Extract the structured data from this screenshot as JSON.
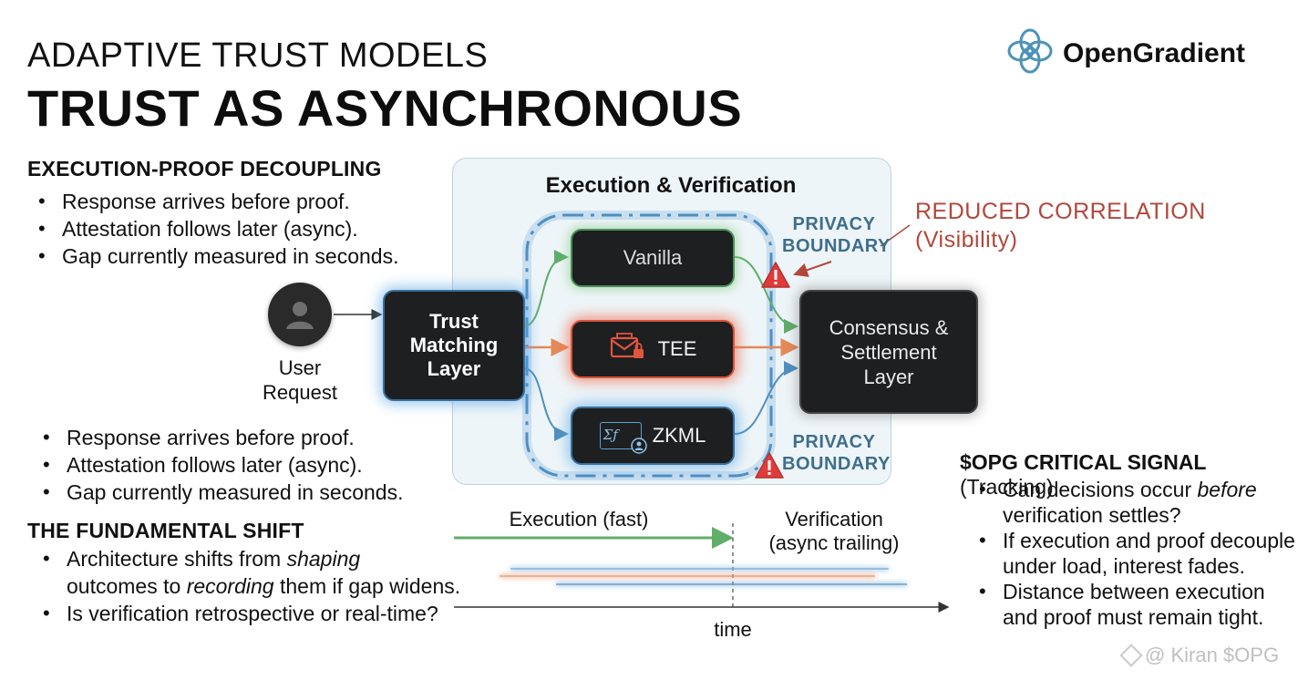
{
  "header": {
    "subtitle": "ADAPTIVE TRUST MODELS",
    "title": "TRUST AS ASYNCHRONOUS",
    "brand": "OpenGradient"
  },
  "left": {
    "section1_title": "EXECUTION-PROOF DECOUPLING",
    "section1_items": [
      "Response arrives before proof.",
      "Attestation follows later (async).",
      "Gap currently measured in seconds."
    ],
    "section2_items": [
      "Response arrives before proof.",
      "Attestation follows later (async).",
      "Gap currently measured in seconds."
    ],
    "section3_title": "THE FUNDAMENTAL SHIFT",
    "section3_item1_a": "Architecture shifts from ",
    "section3_item1_em1": "shaping",
    "section3_item1_b": "outcomes to ",
    "section3_item1_em2": "recording",
    "section3_item1_c": " them if gap widens.",
    "section3_item2": "Is verification retrospective or real-time?"
  },
  "diagram": {
    "panel_title": "Execution & Verification",
    "user_label_1": "User",
    "user_label_2": "Request",
    "trust_layer": [
      "Trust",
      "Matching",
      "Layer"
    ],
    "vanilla": "Vanilla",
    "tee": "TEE",
    "zkml": "ZKML",
    "zkml_icon_text": "Σƒ",
    "consensus": [
      "Consensus &",
      "Settlement",
      "Layer"
    ],
    "privacy_boundary": [
      "PRIVACY",
      "BOUNDARY"
    ],
    "reduced_correlation_1": "REDUCED CORRELATION",
    "reduced_correlation_2": "(Visibility)",
    "icons": {
      "user": "user-avatar-icon",
      "tee": "envelope-lock-icon",
      "zkml": "sigma-function-user-icon",
      "warning": "warning-triangle-icon",
      "brand": "opengradient-logo-icon"
    },
    "colors": {
      "green_arrow": "#5fae6a",
      "orange_arrow": "#e58a5a",
      "blue_arrow": "#4f8fc0",
      "warning_red": "#e03b3b",
      "reduced_correlation": "#b2473a",
      "privacy_boundary": "#3f6e8c"
    }
  },
  "timeline": {
    "execution": "Execution (fast)",
    "verification_1": "Verification",
    "verification_2": "(async trailing)",
    "axis_label": "time"
  },
  "right": {
    "title_bold": "$OPG CRITICAL SIGNAL",
    "title_normal": " (Tracking)",
    "item1_a": "Can decisions occur ",
    "item1_em": "before",
    "item1_b": "verification settles?",
    "item2_a": "If execution and proof decouple",
    "item2_b": "under load, interest fades.",
    "item3_a": "Distance between execution",
    "item3_b": "and proof must remain tight."
  },
  "watermark": "@ Kiran $OPG"
}
